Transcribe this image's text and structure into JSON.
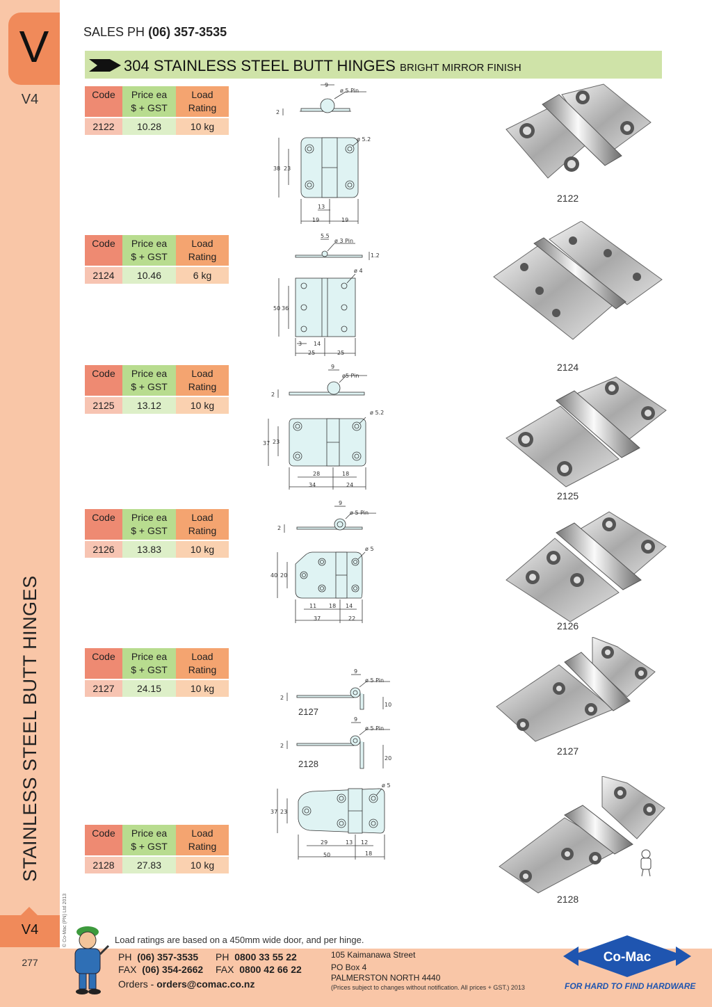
{
  "sidebar": {
    "letter": "V",
    "code": "V4",
    "section_title": "STAINLESS STEEL BUTT HINGES",
    "copyright": "© Co-Mac (PN) Ltd 2013",
    "page_number": "277"
  },
  "header": {
    "sales_label": "SALES  PH",
    "sales_phone": "(06) 357-3535",
    "title": "304 STAINLESS STEEL BUTT HINGES",
    "subtitle": "BRIGHT MIRROR FINISH"
  },
  "table_headers": {
    "code": "Code",
    "price_line1": "Price ea",
    "price_line2": "$ + GST",
    "load_line1": "Load",
    "load_line2": "Rating"
  },
  "products": [
    {
      "code": "2122",
      "price": "10.28",
      "load": "10 kg"
    },
    {
      "code": "2124",
      "price": "10.46",
      "load": "6 kg"
    },
    {
      "code": "2125",
      "price": "13.12",
      "load": "10 kg"
    },
    {
      "code": "2126",
      "price": "13.83",
      "load": "10 kg"
    },
    {
      "code": "2127",
      "price": "24.15",
      "load": "10 kg"
    },
    {
      "code": "2128",
      "price": "27.83",
      "load": "10 kg"
    }
  ],
  "drawings": {
    "d2122": {
      "pin_w": "9",
      "pin": "ø 5 Pin",
      "t": "2",
      "hole": "ø 5.2",
      "h": "38",
      "hs": "23",
      "w1": "13",
      "w2": "19",
      "w3": "19"
    },
    "d2124": {
      "pin_w": "5.5",
      "pin": "ø 3 Pin",
      "t": "1.2",
      "hole": "ø 4",
      "h": "50",
      "hs": "36",
      "w1": "3",
      "w2": "14",
      "w3": "25",
      "w4": "25"
    },
    "d2125": {
      "pin_w": "9",
      "pin": "ø5 Pin",
      "t": "2",
      "hole": "ø 5.2",
      "h": "37",
      "hs": "23",
      "w1": "28",
      "w2": "18",
      "w3": "34",
      "w4": "24"
    },
    "d2126": {
      "pin_w": "9",
      "pin": "ø 5 Pin",
      "t": "2",
      "hole": "ø 5",
      "h": "40",
      "hs": "20",
      "w1": "11",
      "w2": "18",
      "w3": "14",
      "w4": "37",
      "w5": "22"
    },
    "d2127": {
      "label": "2127",
      "pin_w": "9",
      "pin": "ø 5 Pin",
      "t": "2",
      "drop": "10"
    },
    "d2128p": {
      "label": "2128",
      "pin_w": "9",
      "pin": "ø 5 Pin",
      "t": "2",
      "drop": "20"
    },
    "d2128": {
      "hole": "ø 5",
      "h": "37",
      "hs": "23",
      "w1": "29",
      "w2": "13",
      "w3": "12",
      "w4": "50",
      "w5": "18"
    }
  },
  "footer": {
    "note": "Load ratings are based on a 450mm wide door, and per hinge.",
    "ph_label": "PH",
    "ph": "(06) 357-3535",
    "fax_label": "FAX",
    "fax": "(06) 354-2662",
    "ph2_label": "PH",
    "ph2": "0800 33 55 22",
    "fax2_label": "FAX",
    "fax2": "0800 42 66 22",
    "orders_label": "Orders -",
    "orders_email": "orders@comac.co.nz",
    "address1": "105 Kaimanawa Street",
    "address2": "PO Box 4",
    "address3": "PALMERSTON NORTH 4440",
    "fine_print": "(Prices subject to changes without notification.  All prices + GST.)  2013",
    "logo_text": "Co-Mac",
    "tagline": "FOR HARD TO FIND HARDWARE"
  },
  "colors": {
    "sidebar": "#f9c6a7",
    "accent": "#f08a5a",
    "banner": "#cfe3a8",
    "drawing_fill": "#dff3f3",
    "logo_blue": "#1f55b0"
  }
}
